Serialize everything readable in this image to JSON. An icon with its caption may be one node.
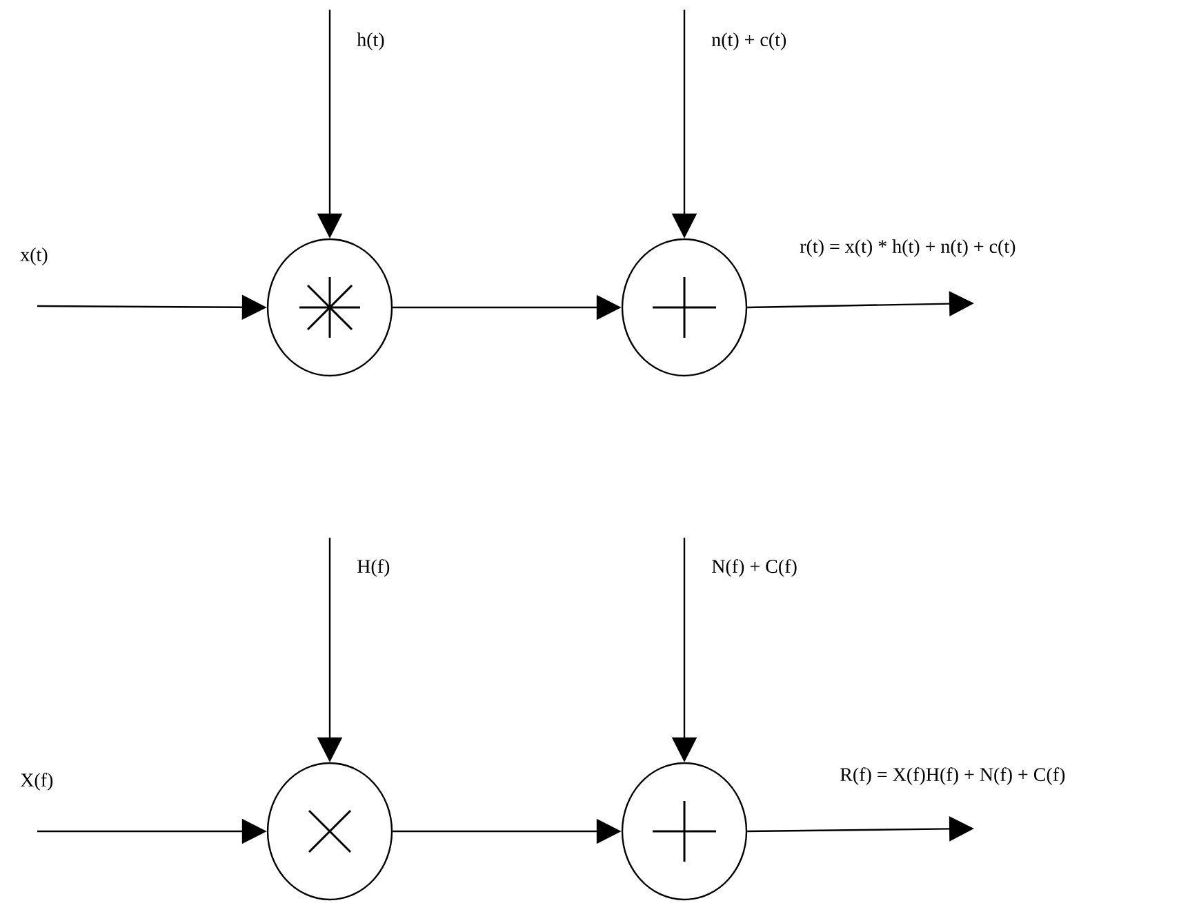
{
  "diagram": {
    "nodes": [
      {
        "text": [],
        "shape": "circle"
      },
      {
        "text": [],
        "shape": "circle"
      },
      {
        "text": [],
        "shape": "circle"
      },
      {
        "text": [],
        "shape": "circle"
      }
    ],
    "edges": [
      {
        "from": null,
        "to": 0,
        "arrow": "to",
        "label": "x(t)"
      },
      {
        "from": null,
        "to": 0,
        "arrow": "to",
        "label": "h(t)"
      },
      {
        "from": 0,
        "to": 1,
        "arrow": "to"
      },
      {
        "from": null,
        "to": 1,
        "arrow": "to",
        "label": "n(t) + c(t)"
      },
      {
        "from": 1,
        "to": null,
        "arrow": "to",
        "label": "r(t) = x(t) * h(t)  +  n(t) + c(t)"
      },
      {
        "from": null,
        "to": 2,
        "arrow": "to",
        "label": "X(f)"
      },
      {
        "from": null,
        "to": 2,
        "arrow": "to",
        "label": "H(f)"
      },
      {
        "from": 2,
        "to": 3,
        "arrow": "to"
      },
      {
        "from": null,
        "to": 3,
        "arrow": "to",
        "label": "N(f) + C(f)"
      },
      {
        "from": 3,
        "to": null,
        "arrow": "to",
        "label": "R(f) = X(f)H(f)  +  N(f) + C(f)"
      }
    ]
  }
}
